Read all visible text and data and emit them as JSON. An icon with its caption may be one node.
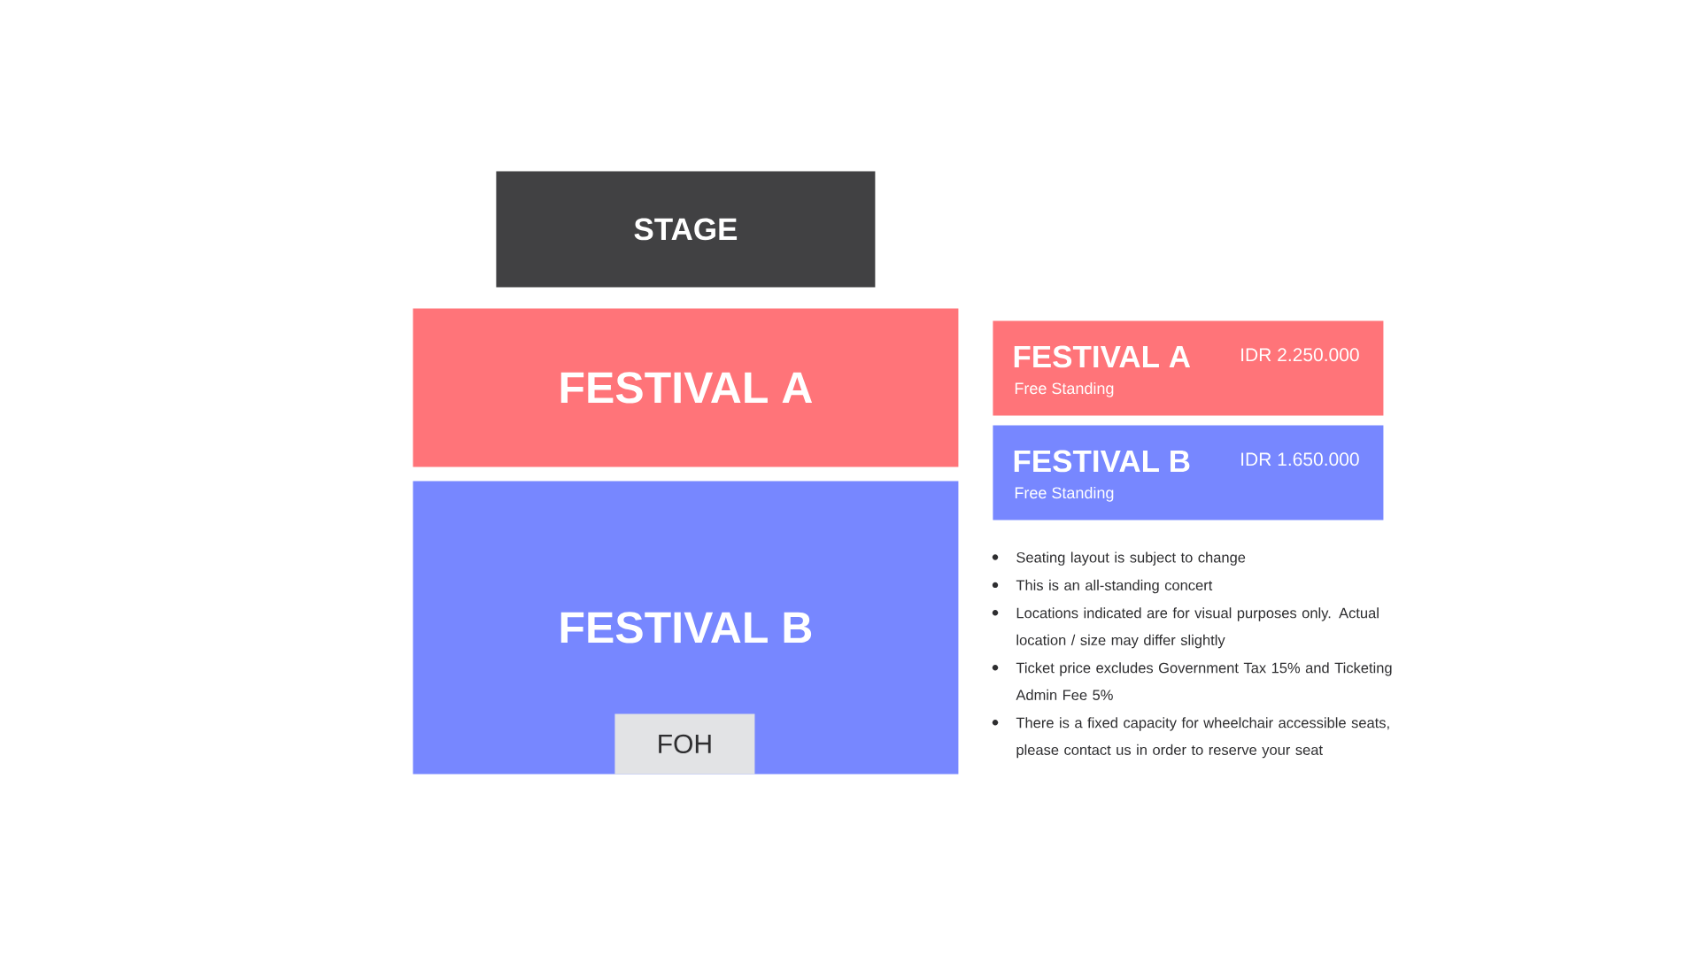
{
  "diagram": {
    "nodes": [
      {
        "text": [
          "STAGE"
        ]
      },
      {
        "text": [
          "FESTIVAL A"
        ]
      },
      {
        "text": [
          "FESTIVAL B"
        ]
      },
      {
        "text": [
          "FOH"
        ],
        "in": 2
      },
      {
        "text": [
          "FESTIVAL A",
          "IDR 2.250.000",
          "Free Standing"
        ]
      },
      {
        "text": [
          "FESTIVAL B",
          "IDR 1.650.000",
          "Free Standing"
        ]
      }
    ],
    "labels": [
      "Seating layout is subject to change",
      "This is an all-standing concert",
      "Locations indicated are for visual purposes only. Actual location / size may differ slightly",
      "Ticket price excludes Government Tax 15% and Ticketing Admin Fee 5%",
      "There is a fixed capacity for wheelchair accessible seats, please contact us in order to reserve your seat"
    ]
  }
}
